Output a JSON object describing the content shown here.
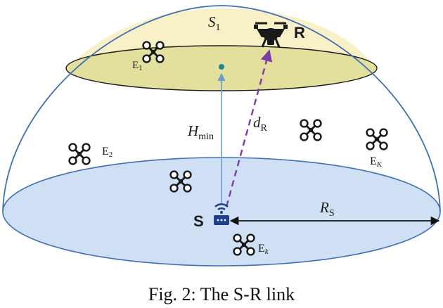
{
  "labels": {
    "s1": "S",
    "s1_sub": "1",
    "r": "R",
    "e1": "E",
    "e1_sub": "1",
    "e2": "E",
    "e2_sub": "2",
    "ek_upper": "E",
    "ek_upper_sub": "K",
    "ek_lower": "E",
    "ek_lower_sub": "k",
    "h": "H",
    "h_sub": "min",
    "d": "d",
    "d_sub": "R",
    "s": "S",
    "rs": "R",
    "rs_sub": "S"
  },
  "caption": "Fig. 2: The S-R link",
  "colors": {
    "dome_edge": "#3f6fb5",
    "ground_fill": "#cfe0f4",
    "top_cap_fill": "#f8f0c6",
    "top_plane_fill": "#e3df9c",
    "vertical_line": "#6f9ad0",
    "dashed_link": "#7e3cab",
    "center_dot": "#1a8a8a",
    "source_device": "#1f3f8c",
    "drone": "#1a1a1a"
  },
  "icons": [
    "quadrotor-drone-icon",
    "large-drone-icon",
    "wireless-source-icon"
  ]
}
